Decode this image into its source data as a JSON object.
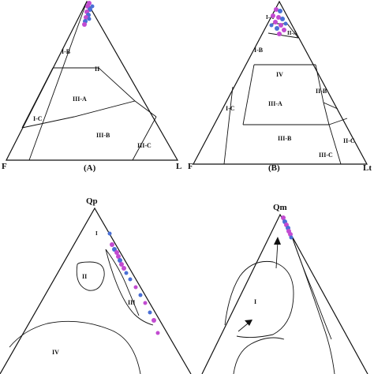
{
  "figure": {
    "panel_a": {
      "caption": "(A)",
      "corners": {
        "left": "F",
        "right": "L"
      },
      "fields": [
        "I-B",
        "II",
        "III-A",
        "I-C",
        "III-B",
        "III-C"
      ]
    },
    "panel_b": {
      "caption": "(B)",
      "corners": {
        "left": "F",
        "right": "Lt"
      },
      "fields": [
        "I-A",
        "II-A",
        "I-B",
        "IV",
        "II-B",
        "III-A",
        "I-C",
        "III-B",
        "II-C",
        "III-C"
      ]
    },
    "panel_c": {
      "corners": {
        "top": "Qp"
      },
      "fields": [
        "I",
        "II",
        "III",
        "IV"
      ]
    },
    "panel_d": {
      "corners": {
        "top": "Qm"
      },
      "fields": [
        "I"
      ]
    },
    "colors": {
      "marker_diamond": "#4a6fd6",
      "marker_circle": "#c24bd1"
    }
  }
}
